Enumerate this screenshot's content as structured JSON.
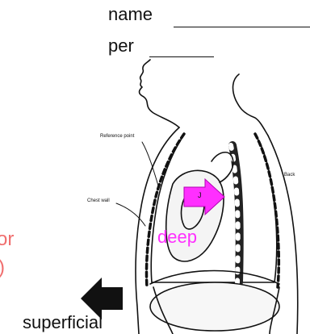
{
  "header": {
    "name_label": "name",
    "per_label": "per"
  },
  "diagram": {
    "reference_point_label": "Reference point",
    "chest_wall_label": "Chest wall",
    "back_label": "Back",
    "arrow_letter": "J"
  },
  "directions": {
    "cut_left_top": "or",
    "cut_left_bottom": ")",
    "deep_label": "deep",
    "superficial_label": "superficial"
  },
  "colors": {
    "deep_arrow": "#ff2fff",
    "deep_text": "#ff2fff",
    "superficial_arrow": "#111111",
    "cut_text": "#f06e6e"
  }
}
